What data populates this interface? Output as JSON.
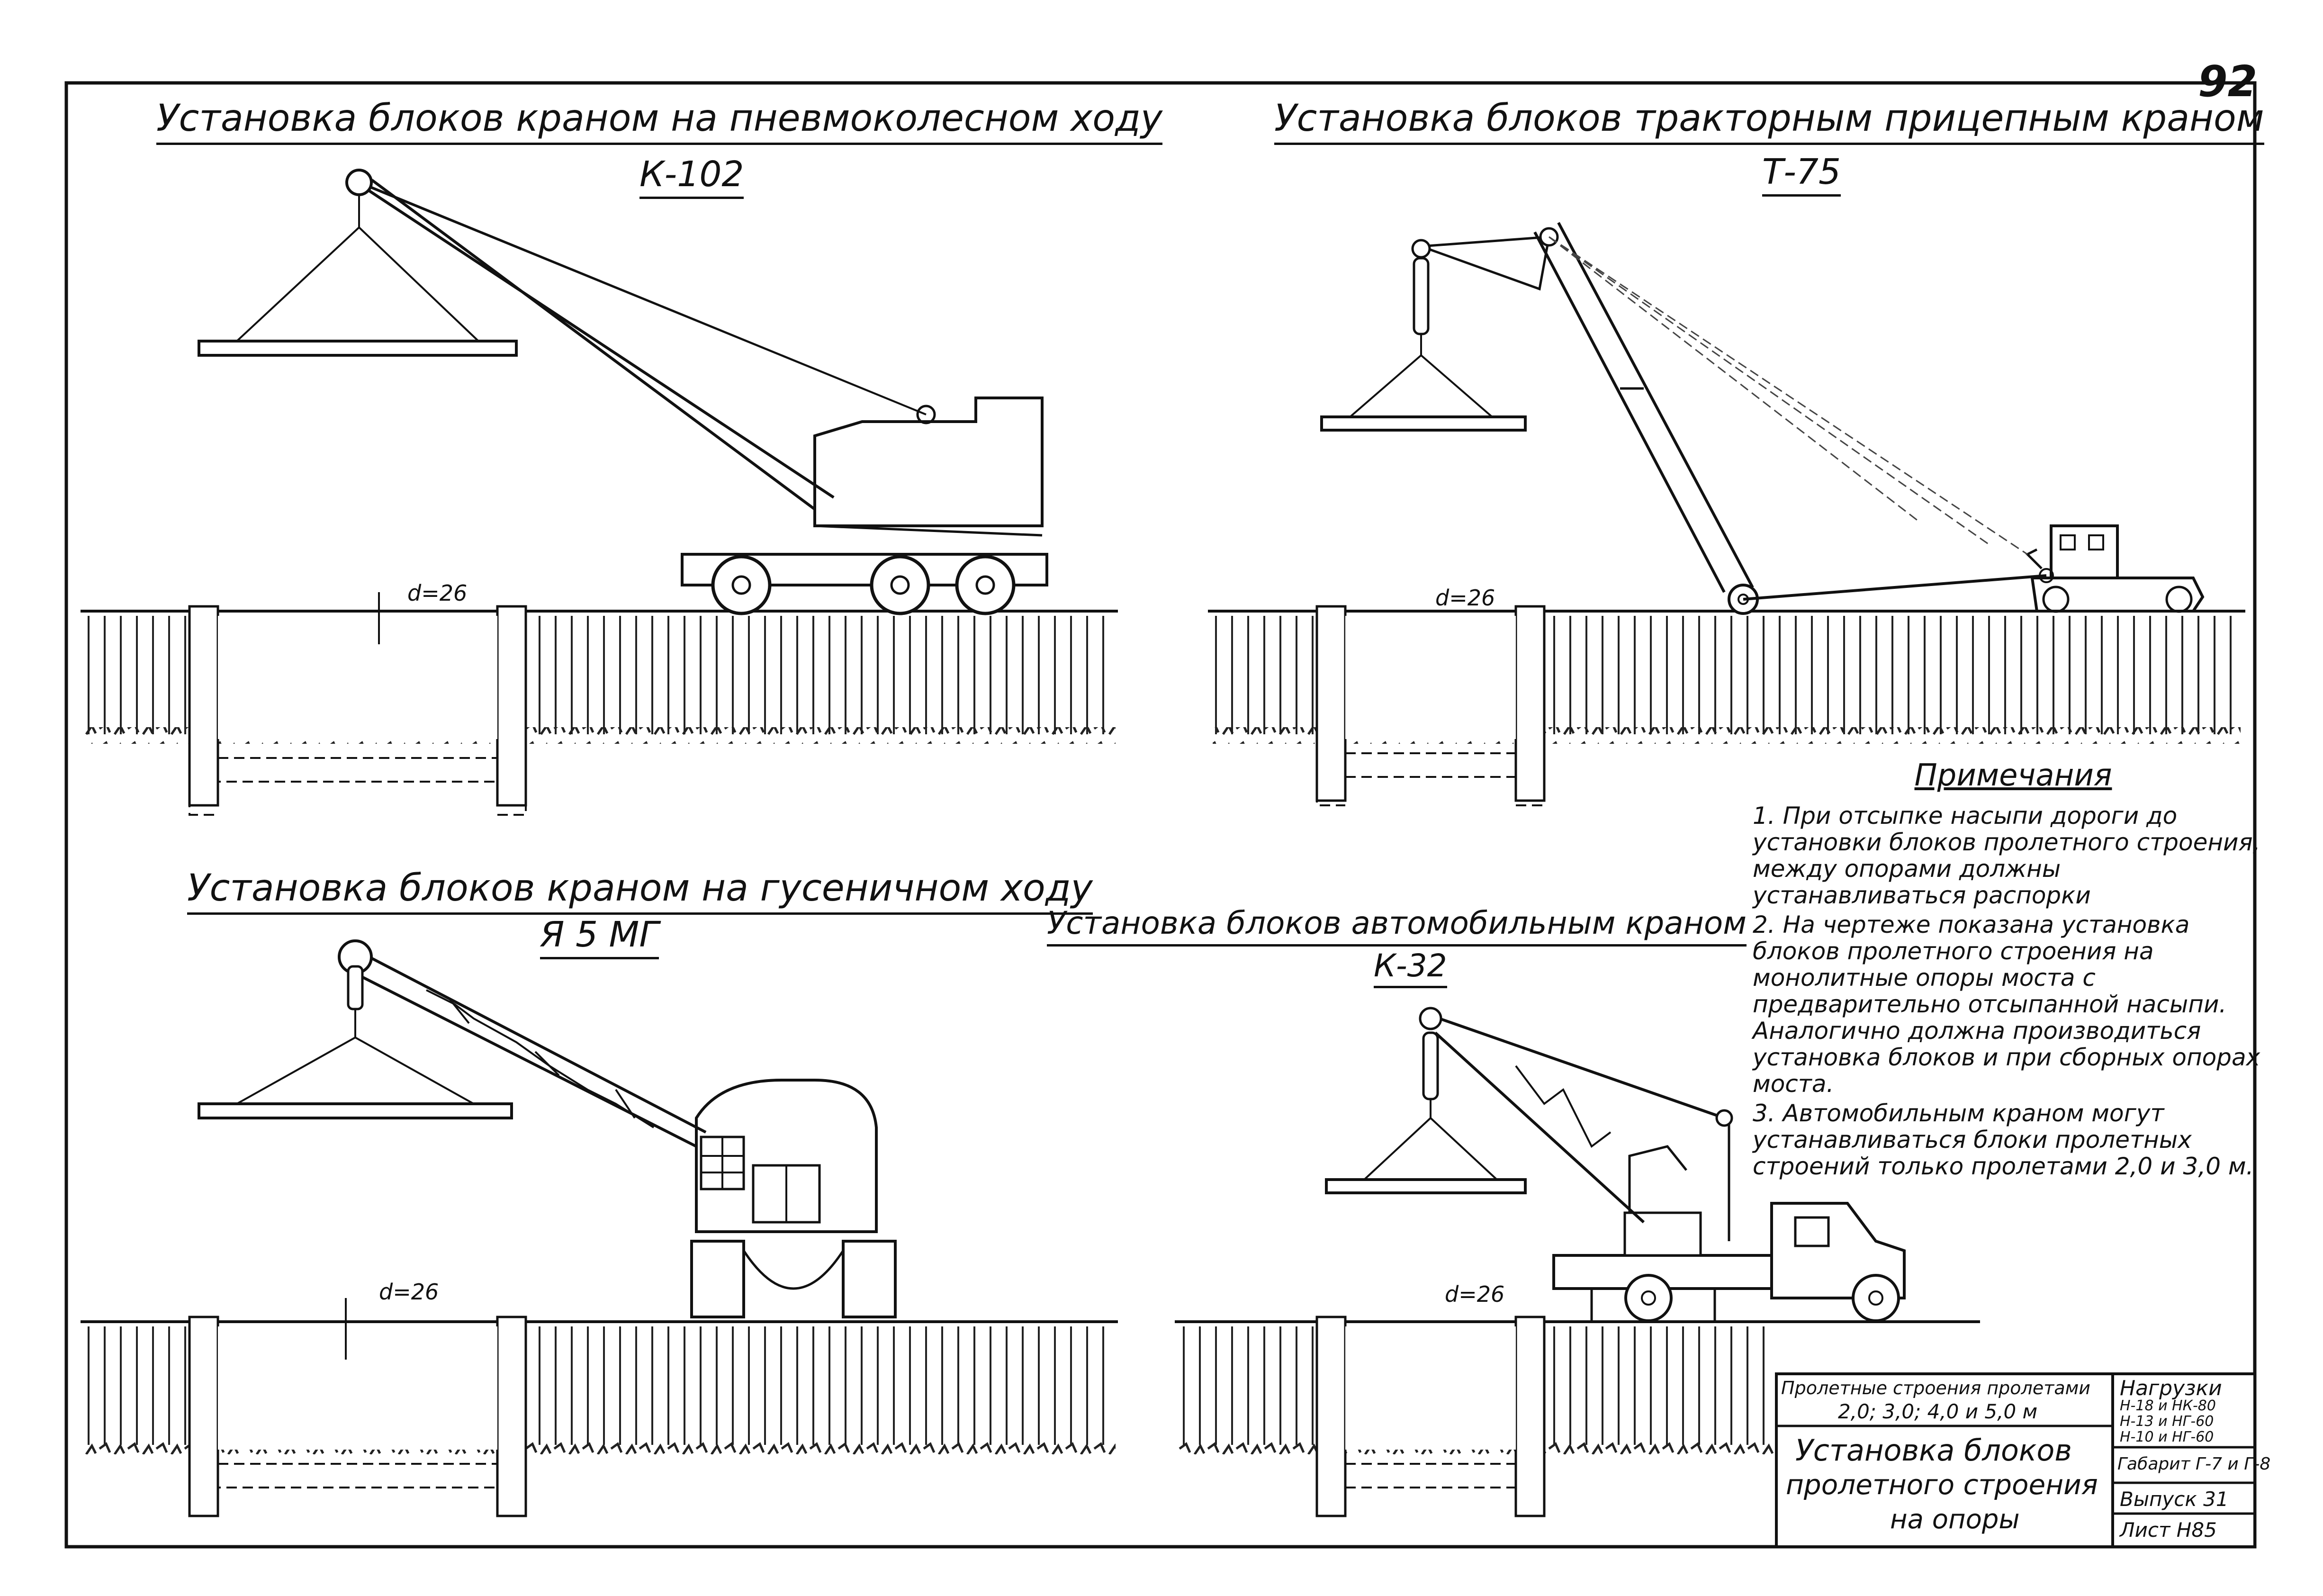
{
  "sheet_number": "92",
  "views": [
    {
      "title": "Установка блоков краном на пневмоколесном ходу",
      "model": "К-102",
      "dimension": "d=26"
    },
    {
      "title": "Установка блоков тракторным прицепным краном",
      "model": "Т-75",
      "dimension": "d=26"
    },
    {
      "title": "Установка блоков краном на гусеничном ходу",
      "model": "Я 5 МГ",
      "dimension": "d=26"
    },
    {
      "title": "Установка блоков автомобильным краном",
      "model": "К-32",
      "dimension": "d=26"
    }
  ],
  "notes": {
    "heading": "Примечания",
    "items": [
      "1. При отсыпке насыпи дороги до установки блоков пролетного строения, между опорами должны устанавливаться распорки",
      "2. На чертеже показана установка блоков пролетного строения на монолитные опоры моста с предварительно отсыпанной насыпи. Аналогично должна производиться установка блоков и при сборных опорах моста.",
      "3. Автомобильным краном могут устанавливаться блоки пролетных строений только пролетами 2,0 и 3,0 м."
    ]
  },
  "title_block": {
    "series_line1": "Пролетные строения пролетами",
    "series_line2": "2,0; 3,0; 4,0 и 5,0 м",
    "drawing_title_1": "Установка блоков",
    "drawing_title_2": "пролетного строения",
    "drawing_title_3": "на опоры",
    "loads_heading": "Нагрузки",
    "loads_1": "Н-18 и НК-80",
    "loads_2": "Н-13 и НГ-60",
    "loads_3": "Н-10 и НГ-60",
    "gabarit": "Габарит Г-7 и Г-8",
    "issue": "Выпуск 31",
    "sheet": "Лист Н85"
  }
}
